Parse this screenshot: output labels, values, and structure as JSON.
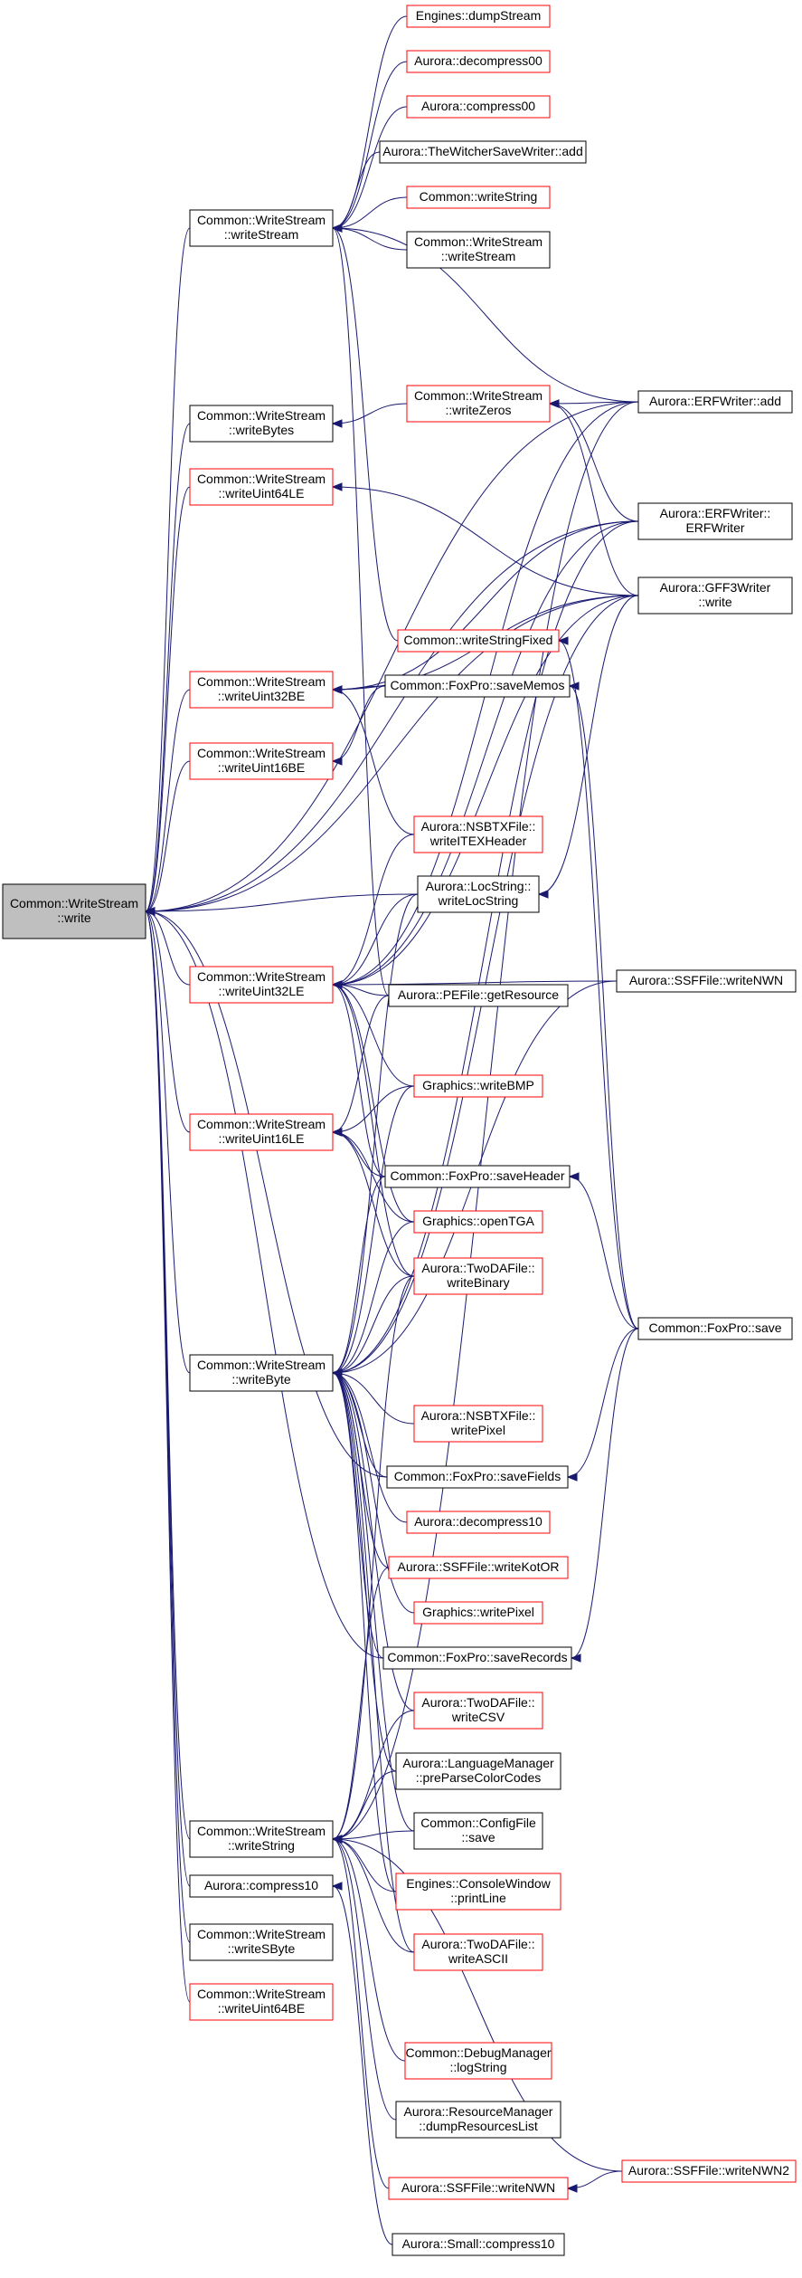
{
  "colors": {
    "edge": "#191970",
    "normal_border": "#000000",
    "red_border": "#ff0000",
    "root_fill": "#bfbfbf"
  },
  "nodes": [
    {
      "id": "root",
      "lines": [
        "Common::WriteStream",
        "::write"
      ],
      "style": "root"
    },
    {
      "id": "writeStream",
      "lines": [
        "Common::WriteStream",
        "::writeStream"
      ],
      "style": "black"
    },
    {
      "id": "writeBytes",
      "lines": [
        "Common::WriteStream",
        "::writeBytes"
      ],
      "style": "black"
    },
    {
      "id": "writeUint64LE",
      "lines": [
        "Common::WriteStream",
        "::writeUint64LE"
      ],
      "style": "red"
    },
    {
      "id": "writeUint32BE",
      "lines": [
        "Common::WriteStream",
        "::writeUint32BE"
      ],
      "style": "red"
    },
    {
      "id": "writeUint16BE",
      "lines": [
        "Common::WriteStream",
        "::writeUint16BE"
      ],
      "style": "red"
    },
    {
      "id": "writeUint32LE",
      "lines": [
        "Common::WriteStream",
        "::writeUint32LE"
      ],
      "style": "red"
    },
    {
      "id": "writeUint16LE",
      "lines": [
        "Common::WriteStream",
        "::writeUint16LE"
      ],
      "style": "red"
    },
    {
      "id": "writeByte",
      "lines": [
        "Common::WriteStream",
        "::writeByte"
      ],
      "style": "black"
    },
    {
      "id": "writeString",
      "lines": [
        "Common::WriteStream",
        "::writeString"
      ],
      "style": "black"
    },
    {
      "id": "compress10",
      "lines": [
        "Aurora::compress10"
      ],
      "style": "black"
    },
    {
      "id": "writeSByte",
      "lines": [
        "Common::WriteStream",
        "::writeSByte"
      ],
      "style": "black"
    },
    {
      "id": "writeUint64BE",
      "lines": [
        "Common::WriteStream",
        "::writeUint64BE"
      ],
      "style": "red"
    },
    {
      "id": "dumpStream",
      "lines": [
        "Engines::dumpStream"
      ],
      "style": "red"
    },
    {
      "id": "decompress00",
      "lines": [
        "Aurora::decompress00"
      ],
      "style": "red"
    },
    {
      "id": "compress00",
      "lines": [
        "Aurora::compress00"
      ],
      "style": "red"
    },
    {
      "id": "witcherAdd",
      "lines": [
        "Aurora::TheWitcherSaveWriter::add"
      ],
      "style": "black"
    },
    {
      "id": "cWriteString",
      "lines": [
        "Common::writeString"
      ],
      "style": "red"
    },
    {
      "id": "writeStream2",
      "lines": [
        "Common::WriteStream",
        "::writeStream"
      ],
      "style": "black"
    },
    {
      "id": "writeZeros",
      "lines": [
        "Common::WriteStream",
        "::writeZeros"
      ],
      "style": "red"
    },
    {
      "id": "writeStringFixed",
      "lines": [
        "Common::writeStringFixed"
      ],
      "style": "red"
    },
    {
      "id": "saveMemos",
      "lines": [
        "Common::FoxPro::saveMemos"
      ],
      "style": "black"
    },
    {
      "id": "nsbtxWriteITEX",
      "lines": [
        "Aurora::NSBTXFile::",
        "writeITEXHeader"
      ],
      "style": "red"
    },
    {
      "id": "writeLocString",
      "lines": [
        "Aurora::LocString::",
        "writeLocString"
      ],
      "style": "black"
    },
    {
      "id": "peGetResource",
      "lines": [
        "Aurora::PEFile::getResource"
      ],
      "style": "black"
    },
    {
      "id": "writeBMP",
      "lines": [
        "Graphics::writeBMP"
      ],
      "style": "red"
    },
    {
      "id": "saveHeader",
      "lines": [
        "Common::FoxPro::saveHeader"
      ],
      "style": "black"
    },
    {
      "id": "openTGA",
      "lines": [
        "Graphics::openTGA"
      ],
      "style": "red"
    },
    {
      "id": "twodaWriteBinary",
      "lines": [
        "Aurora::TwoDAFile::",
        "writeBinary"
      ],
      "style": "red"
    },
    {
      "id": "nsbtxWritePixel",
      "lines": [
        "Aurora::NSBTXFile::",
        "writePixel"
      ],
      "style": "red"
    },
    {
      "id": "saveFields",
      "lines": [
        "Common::FoxPro::saveFields"
      ],
      "style": "black"
    },
    {
      "id": "decompress10",
      "lines": [
        "Aurora::decompress10"
      ],
      "style": "red"
    },
    {
      "id": "ssfWriteKotOR",
      "lines": [
        "Aurora::SSFFile::writeKotOR"
      ],
      "style": "red"
    },
    {
      "id": "gWritePixel",
      "lines": [
        "Graphics::writePixel"
      ],
      "style": "red"
    },
    {
      "id": "saveRecords",
      "lines": [
        "Common::FoxPro::saveRecords"
      ],
      "style": "black"
    },
    {
      "id": "twodaWriteCSV",
      "lines": [
        "Aurora::TwoDAFile::",
        "writeCSV"
      ],
      "style": "red"
    },
    {
      "id": "preParseColorCodes",
      "lines": [
        "Aurora::LanguageManager",
        "::preParseColorCodes"
      ],
      "style": "black"
    },
    {
      "id": "configSave",
      "lines": [
        "Common::ConfigFile",
        "::save"
      ],
      "style": "black"
    },
    {
      "id": "consolePrintLine",
      "lines": [
        "Engines::ConsoleWindow",
        "::printLine"
      ],
      "style": "red"
    },
    {
      "id": "twodaWriteASCII",
      "lines": [
        "Aurora::TwoDAFile::",
        "writeASCII"
      ],
      "style": "red"
    },
    {
      "id": "debugLogString",
      "lines": [
        "Common::DebugManager",
        "::logString"
      ],
      "style": "red"
    },
    {
      "id": "dumpResourcesList",
      "lines": [
        "Aurora::ResourceManager",
        "::dumpResourcesList"
      ],
      "style": "black"
    },
    {
      "id": "ssfWriteNWN",
      "lines": [
        "Aurora::SSFFile::writeNWN"
      ],
      "style": "red"
    },
    {
      "id": "smallCompress10",
      "lines": [
        "Aurora::Small::compress10"
      ],
      "style": "black"
    },
    {
      "id": "erfAdd",
      "lines": [
        "Aurora::ERFWriter::add"
      ],
      "style": "black"
    },
    {
      "id": "erfWriter",
      "lines": [
        "Aurora::ERFWriter::",
        "ERFWriter"
      ],
      "style": "black"
    },
    {
      "id": "gff3Write",
      "lines": [
        "Aurora::GFF3Writer",
        "::write"
      ],
      "style": "black"
    },
    {
      "id": "ssfWriteNWNRight",
      "lines": [
        "Aurora::SSFFile::writeNWN"
      ],
      "style": "black"
    },
    {
      "id": "foxproSave",
      "lines": [
        "Common::FoxPro::save"
      ],
      "style": "black"
    },
    {
      "id": "ssfWriteNWN2",
      "lines": [
        "Aurora::SSFFile::writeNWN2"
      ],
      "style": "red"
    }
  ],
  "edges": [
    [
      "writeStream",
      "root"
    ],
    [
      "writeBytes",
      "root"
    ],
    [
      "writeUint64LE",
      "root"
    ],
    [
      "writeUint32BE",
      "root"
    ],
    [
      "writeUint16BE",
      "root"
    ],
    [
      "writeUint32LE",
      "root"
    ],
    [
      "writeUint16LE",
      "root"
    ],
    [
      "writeByte",
      "root"
    ],
    [
      "writeString",
      "root"
    ],
    [
      "compress10",
      "root"
    ],
    [
      "writeSByte",
      "root"
    ],
    [
      "writeUint64BE",
      "root"
    ],
    [
      "erfAdd",
      "root"
    ],
    [
      "gff3Write",
      "root"
    ],
    [
      "erfWriter",
      "root"
    ],
    [
      "writeLocString",
      "root"
    ],
    [
      "saveFields",
      "root"
    ],
    [
      "saveRecords",
      "root"
    ],
    [
      "dumpStream",
      "writeStream"
    ],
    [
      "decompress00",
      "writeStream"
    ],
    [
      "compress00",
      "writeStream"
    ],
    [
      "witcherAdd",
      "writeStream"
    ],
    [
      "cWriteString",
      "writeStream"
    ],
    [
      "writeStream2",
      "writeStream"
    ],
    [
      "erfAdd",
      "writeStream"
    ],
    [
      "writeStringFixed",
      "writeStream"
    ],
    [
      "peGetResource",
      "writeStream"
    ],
    [
      "writeZeros",
      "writeBytes"
    ],
    [
      "gff3Write",
      "writeUint64LE"
    ],
    [
      "saveMemos",
      "writeUint32BE"
    ],
    [
      "gff3Write",
      "writeUint32BE"
    ],
    [
      "erfWriter",
      "writeUint32BE"
    ],
    [
      "nsbtxWriteITEX",
      "writeUint32BE"
    ],
    [
      "saveMemos",
      "writeUint16BE"
    ],
    [
      "ssfWriteNWNRight",
      "writeUint32LE"
    ],
    [
      "peGetResource",
      "writeUint32LE"
    ],
    [
      "writeBMP",
      "writeUint32LE"
    ],
    [
      "saveHeader",
      "writeUint32LE"
    ],
    [
      "openTGA",
      "writeUint32LE"
    ],
    [
      "twodaWriteBinary",
      "writeUint32LE"
    ],
    [
      "nsbtxWriteITEX",
      "writeUint32LE"
    ],
    [
      "writeLocString",
      "writeUint32LE"
    ],
    [
      "erfAdd",
      "writeUint32LE"
    ],
    [
      "erfWriter",
      "writeUint32LE"
    ],
    [
      "gff3Write",
      "writeUint32LE"
    ],
    [
      "writeBMP",
      "writeUint16LE"
    ],
    [
      "saveHeader",
      "writeUint16LE"
    ],
    [
      "openTGA",
      "writeUint16LE"
    ],
    [
      "twodaWriteBinary",
      "writeUint16LE"
    ],
    [
      "peGetResource",
      "writeUint16LE"
    ],
    [
      "nsbtxWritePixel",
      "writeByte"
    ],
    [
      "saveFields",
      "writeByte"
    ],
    [
      "decompress10",
      "writeByte"
    ],
    [
      "ssfWriteKotOR",
      "writeByte"
    ],
    [
      "gWritePixel",
      "writeByte"
    ],
    [
      "saveRecords",
      "writeByte"
    ],
    [
      "twodaWriteCSV",
      "writeByte"
    ],
    [
      "preParseColorCodes",
      "writeByte"
    ],
    [
      "configSave",
      "writeByte"
    ],
    [
      "consolePrintLine",
      "writeByte"
    ],
    [
      "twodaWriteASCII",
      "writeByte"
    ],
    [
      "saveHeader",
      "writeByte"
    ],
    [
      "openTGA",
      "writeByte"
    ],
    [
      "writeBMP",
      "writeByte"
    ],
    [
      "twodaWriteBinary",
      "writeByte"
    ],
    [
      "writeLocString",
      "writeByte"
    ],
    [
      "ssfWriteNWNRight",
      "writeByte"
    ],
    [
      "gff3Write",
      "writeByte"
    ],
    [
      "erfWriter",
      "writeByte"
    ],
    [
      "twodaWriteCSV",
      "writeString"
    ],
    [
      "preParseColorCodes",
      "writeString"
    ],
    [
      "configSave",
      "writeString"
    ],
    [
      "consolePrintLine",
      "writeString"
    ],
    [
      "twodaWriteASCII",
      "writeString"
    ],
    [
      "debugLogString",
      "writeString"
    ],
    [
      "dumpResourcesList",
      "writeString"
    ],
    [
      "ssfWriteNWN",
      "writeString"
    ],
    [
      "ssfWriteKotOR",
      "writeString"
    ],
    [
      "twodaWriteBinary",
      "writeString"
    ],
    [
      "erfAdd",
      "writeString"
    ],
    [
      "ssfWriteNWN2",
      "writeString"
    ],
    [
      "smallCompress10",
      "compress10"
    ],
    [
      "ssfWriteNWN2",
      "ssfWriteNWN"
    ],
    [
      "erfAdd",
      "writeZeros"
    ],
    [
      "erfWriter",
      "writeZeros"
    ],
    [
      "gff3Write",
      "writeZeros"
    ],
    [
      "foxproSave",
      "writeStringFixed"
    ],
    [
      "foxproSave",
      "saveMemos"
    ],
    [
      "gff3Write",
      "writeLocString"
    ],
    [
      "foxproSave",
      "saveHeader"
    ],
    [
      "foxproSave",
      "saveFields"
    ],
    [
      "foxproSave",
      "saveRecords"
    ]
  ]
}
